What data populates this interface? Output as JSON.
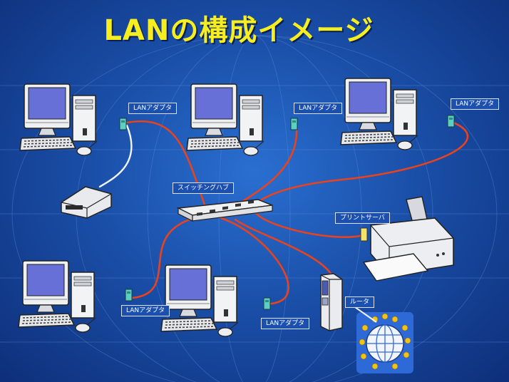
{
  "title": "LANの構成イメージ",
  "labels": {
    "lan_adapter": "LANアダプタ",
    "switching_hub": "スイッチングハブ",
    "print_server": "プリントサーバ",
    "router": "ルータ"
  },
  "colors": {
    "background": "#1a4fa8",
    "title": "#f7ee1f",
    "cable": "#e8431f",
    "cable_white": "#f2f4ff",
    "label_box": "#1b4fb0"
  },
  "icons": [
    "desktop-pc",
    "lan-adapter",
    "switching-hub",
    "external-drive",
    "printer",
    "print-server",
    "router",
    "internet-globe"
  ]
}
